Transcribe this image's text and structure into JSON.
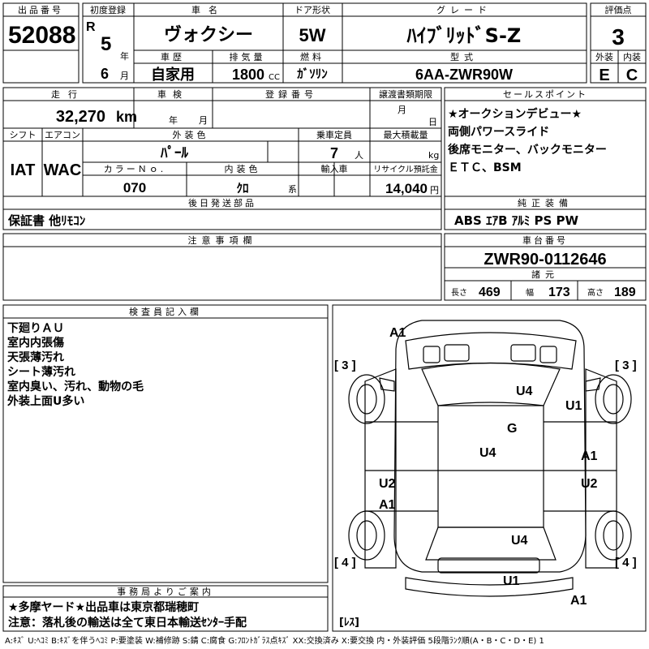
{
  "header": {
    "lot_label": "出品番号",
    "lot_number": "52088",
    "first_reg_label": "初度登録",
    "era": "R",
    "year": "5",
    "year_unit": "年",
    "month": "6",
    "month_unit": "月",
    "car_name_label": "車名",
    "car_name": "ヴォクシー",
    "door_label": "ドア形状",
    "door": "5W",
    "grade_label": "グレード",
    "grade": "ﾊｲﾌﾞﾘｯﾄﾞS-Z",
    "score_label": "評価点",
    "score": "3",
    "history_label": "車歴",
    "history": "自家用",
    "displacement_label": "排気量",
    "displacement": "1800",
    "displacement_unit": "CC",
    "fuel_label": "燃料",
    "fuel": "ｶﾞｿﾘﾝ",
    "model_label": "型式",
    "model": "6AA-ZWR90W",
    "exterior_label": "外装",
    "exterior": "E",
    "interior_label": "内装",
    "interior": "C"
  },
  "row2": {
    "mileage_label": "走行",
    "mileage": "32,270",
    "mileage_unit": "km",
    "inspection_label": "車検",
    "inspection_year": "年",
    "inspection_month": "月",
    "reg_label": "登録番号",
    "transfer_label": "譲渡書類期限",
    "transfer_month": "月",
    "transfer_day": "日",
    "shift_label": "シフト",
    "shift": "IAT",
    "ac_label": "エアコン",
    "ac": "WAC",
    "color_label": "外装色",
    "color": "ﾊﾟｰﾙ",
    "capacity_label": "乗車定員",
    "capacity": "7",
    "capacity_unit": "人",
    "load_label": "最大積載量",
    "load_unit": "kg",
    "color_no_label": "カラーＮｏ.",
    "color_no": "070",
    "int_color_label": "内装色",
    "int_color": "ｸﾛ",
    "int_color_unit": "系",
    "import_label": "輸入車",
    "recycle_label": "リサイクル預託金",
    "recycle": "14,040",
    "recycle_unit": "円",
    "later_label": "後日発送部品",
    "later": "保証書 他ﾘﾓｺﾝ"
  },
  "sales": {
    "label": "セールスポイント",
    "lines": [
      "★オークションデビュー★",
      "両側パワースライド",
      "後席モニター、バックモニター",
      "ＥＴＣ、BSM"
    ]
  },
  "equip": {
    "label": "純正装備",
    "value": "ABS ｴｱB ｱﾙﾐ PS PW"
  },
  "notes": {
    "label": "注意事項欄"
  },
  "chassis": {
    "label": "車台番号",
    "value": "ZWR90-0112646",
    "dims_label": "諸元",
    "length_label": "長さ",
    "length": "469",
    "width_label": "幅",
    "width": "173",
    "height_label": "高さ",
    "height": "189"
  },
  "inspector": {
    "label": "検査員記入欄",
    "lines": [
      "下廻りＡＵ",
      "室内内張傷",
      "天張薄汚れ",
      "シート薄汚れ",
      "室内臭い、汚れ、動物の毛",
      "外装上面U多い"
    ]
  },
  "office": {
    "label": "事務局よりご案内",
    "line1": "★多摩ヤード★出品車は東京都瑞穂町",
    "line2": "注意：落札後の輸送は全て東日本輸送ｾﾝﾀｰ手配"
  },
  "diagram": {
    "marks": [
      "A1",
      "U4",
      "U1",
      "G",
      "U4",
      "A1",
      "U2",
      "U2",
      "A1",
      "U4",
      "U1",
      "A1"
    ],
    "tire_fl": "[ 3 ]",
    "tire_fr": "[ 3 ]",
    "tire_rl": "[ 4 ]",
    "tire_rr": "[ 4 ]",
    "spare": "[ﾚｽ]"
  },
  "legend": "A:ｷｽﾞ U:ﾍｺﾐ B:ｷｽﾞを伴うﾍｺﾐ P:要塗装 W:補修跡 S:錆 C:腐食 G:ﾌﾛﾝﾄｶﾞﾗｽ点ｷｽﾞ XX:交換済み X:要交換  内・外装評価 5段階ﾗﾝｸ順(A・B・C・D・E) 1"
}
